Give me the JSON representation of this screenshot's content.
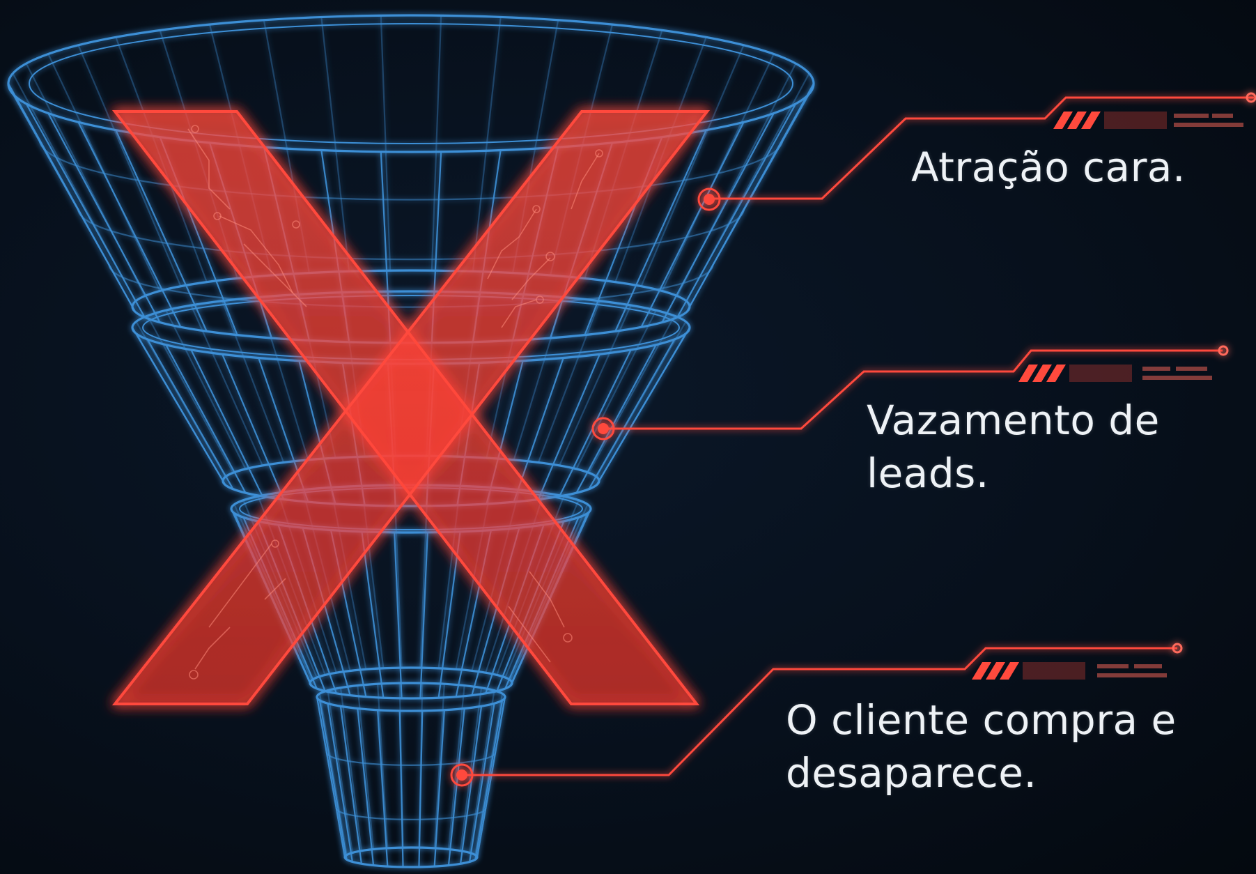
{
  "callouts": [
    {
      "lines": [
        "Atração cara."
      ]
    },
    {
      "lines": [
        "Vazamento de",
        "leads."
      ]
    },
    {
      "lines": [
        "O cliente compra e",
        "desaparece."
      ]
    }
  ],
  "colors": {
    "background": "#050c16",
    "funnel_stroke": "#3d8fd6",
    "cross_red": "#ff4a3d",
    "callout_red": "#ff4a3d",
    "text": "#eef2f6"
  },
  "icons": [
    "funnel-wireframe",
    "x-cross-icon",
    "callout-node-icon"
  ]
}
